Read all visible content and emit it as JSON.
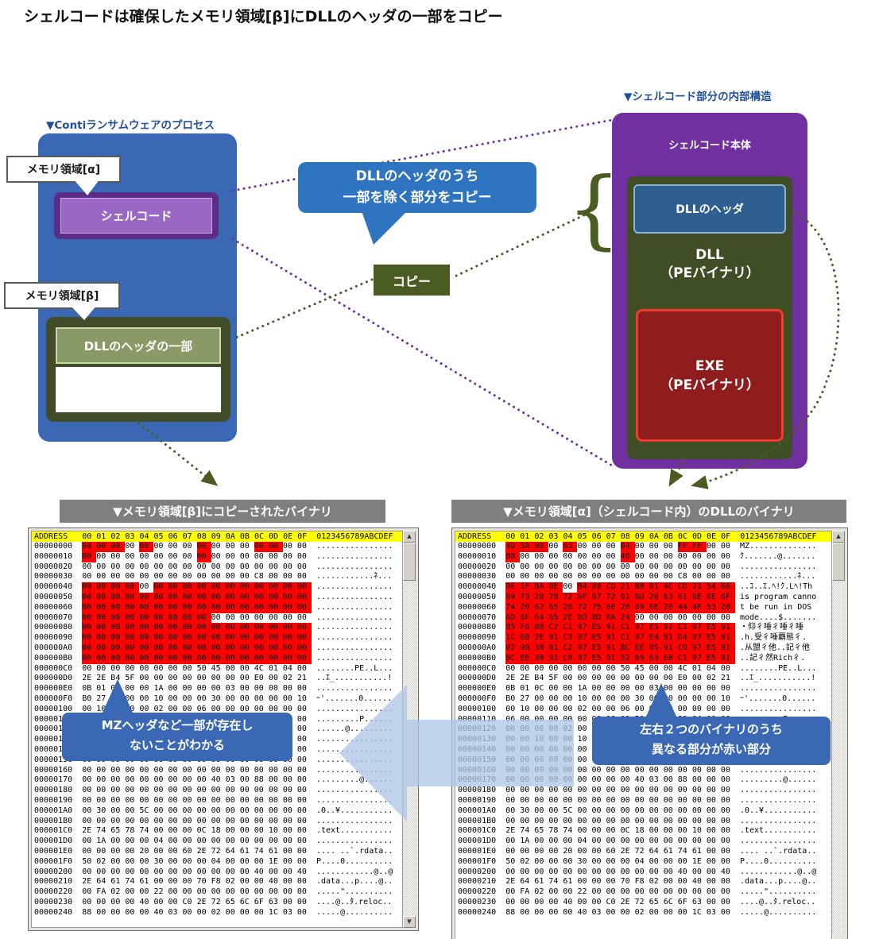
{
  "title": "シェルコードは確保したメモリ領域[β]にDLLのヘッダの一部をコピー",
  "colors": {
    "diff_highlight": "#FF0000",
    "header_highlight": "#FFFF00",
    "panel_blue": "#3A68B4",
    "panel_purple": "#7030A0",
    "panel_olive": "#414D28",
    "exe_red": "#8F1D1D",
    "callout_blue": "#2E74C0",
    "copy_green": "#4A5C22",
    "bar_gray": "#7F7F7F",
    "arrow_lightblue": "#AEC6E8"
  },
  "icons": {
    "scroll_up": "▲",
    "scroll_down": "▼"
  },
  "left_panel": {
    "label": "▼Contiランサムウェアのプロセス",
    "tag_alpha": "メモリ領域[α]",
    "tag_beta": "メモリ領域[β]",
    "shellcode_label": "シェルコード",
    "dll_header_part_label": "DLLのヘッダの一部"
  },
  "middle": {
    "callout_line1": "DLLのヘッダのうち",
    "callout_line2": "一部を除く部分をコピー",
    "copy_label": "コピー",
    "brace": "{"
  },
  "right_panel": {
    "label": "▼シェルコード部分の内部構造",
    "title": "シェルコード本体",
    "dll_header_label": "DLLのヘッダ",
    "dll_line1": "DLL",
    "dll_line2": "（PEバイナリ）",
    "exe_line1": "EXE",
    "exe_line2": "（PEバイナリ）"
  },
  "dumps": {
    "left": {
      "title": "▼メモリ領域[β]にコピーされたバイナリ",
      "callout_line1": "MZヘッダなど一部が存在し",
      "callout_line2": "ないことがわかる",
      "header": {
        "address": "ADDRESS",
        "cols": "00 01 02 03 04 05 06 07 08 09 0A 0B 0C 0D 0E 0F",
        "ascii": "0123456789ABCDEF"
      },
      "rows": [
        {
          "a": "00000000",
          "b": "00 00 00 00 00 00 00 00 00 00 00 00 00 00 00 00",
          "r": [
            0,
            1,
            2,
            4,
            8,
            12,
            13
          ],
          "t": "................"
        },
        {
          "a": "00000010",
          "b": "00 00 00 00 00 00 00 00 00 00 00 00 00 00 00 00",
          "r": [
            0,
            8
          ],
          "t": "................"
        },
        {
          "a": "00000020",
          "b": "00 00 00 00 00 00 00 00 00 00 00 00 00 00 00 00",
          "r": [],
          "t": "................"
        },
        {
          "a": "00000030",
          "b": "00 00 00 00 00 00 00 00 00 00 00 00 C8 00 00 00",
          "r": [],
          "t": "............ﾈ..."
        },
        {
          "a": "00000040",
          "b": "00 00 00 00 00 00 00 00 00 00 00 00 00 00 00 00",
          "r": [
            0,
            1,
            2,
            3,
            5,
            6,
            7,
            8,
            9,
            10,
            11,
            12,
            13,
            14,
            15
          ],
          "t": "................"
        },
        {
          "a": "00000050",
          "b": "00 00 00 00 00 00 00 00 00 00 00 00 00 00 00 00",
          "r": [
            0,
            1,
            2,
            3,
            4,
            5,
            6,
            7,
            8,
            9,
            10,
            11,
            12,
            13,
            14,
            15
          ],
          "t": "................"
        },
        {
          "a": "00000060",
          "b": "00 00 00 00 00 00 00 00 00 00 00 00 00 00 00 00",
          "r": [
            0,
            1,
            2,
            3,
            4,
            5,
            6,
            7,
            8,
            9,
            10,
            11,
            12,
            13,
            14,
            15
          ],
          "t": "................"
        },
        {
          "a": "00000070",
          "b": "00 00 00 00 00 00 00 00 00 00 00 00 00 00 00 00",
          "r": [
            0,
            1,
            2,
            3,
            4,
            5,
            6,
            7,
            8
          ],
          "t": "................"
        },
        {
          "a": "00000080",
          "b": "00 00 00 00 00 00 00 00 00 00 00 00 00 00 00 00",
          "r": [
            0,
            1,
            2,
            3,
            4,
            5,
            6,
            7,
            8,
            9,
            10,
            11,
            12,
            13,
            14,
            15
          ],
          "t": "................"
        },
        {
          "a": "00000090",
          "b": "00 00 00 00 00 00 00 00 00 00 00 00 00 00 00 00",
          "r": [
            0,
            1,
            2,
            3,
            4,
            5,
            6,
            7,
            8,
            9,
            10,
            11,
            12,
            13,
            14,
            15
          ],
          "t": "................"
        },
        {
          "a": "000000A0",
          "b": "00 00 00 00 00 00 00 00 00 00 00 00 00 00 00 00",
          "r": [
            0,
            1,
            2,
            3,
            4,
            5,
            6,
            7,
            8,
            9,
            10,
            11,
            12,
            13,
            14,
            15
          ],
          "t": "................"
        },
        {
          "a": "000000B0",
          "b": "00 00 00 00 00 00 00 00 00 00 00 00 00 00 00 00",
          "r": [
            0,
            1,
            2,
            3,
            4,
            5,
            6,
            7,
            8,
            9,
            10,
            11,
            12,
            13,
            14,
            15
          ],
          "t": "................"
        },
        {
          "a": "000000C0",
          "b": "00 00 00 00 00 00 00 00 50 45 00 00 4C 01 04 00",
          "r": [],
          "t": "........PE..L..."
        },
        {
          "a": "000000D0",
          "b": "2E 2E B4 5F 00 00 00 00 00 00 00 00 E0 00 02 21",
          "r": [],
          "t": "..ｴ_...........!"
        },
        {
          "a": "000000E0",
          "b": "0B 01 0C 00 00 1A 00 00 00 00 03 00 00 00 00 00",
          "r": [],
          "t": "................"
        },
        {
          "a": "000000F0",
          "b": "B0 27 00 00 00 10 00 00 00 30 00 00 00 00 00 10",
          "r": [],
          "t": "ｰ'.......0......"
        },
        {
          "a": "00000100",
          "b": "00 10 00 00 00 02 00 00 06 00 00 00 00 00 00 00",
          "r": [],
          "t": "................"
        },
        {
          "a": "00000110",
          "b": "06 00 00 00 00 00 00 00 00 50 03 00 00 04 00 00",
          "r": [],
          "t": ".........P......"
        },
        {
          "a": "00000120",
          "b": "00 00 00 00 02 00 40 05 00 00 10 00 00 10 00 00",
          "r": [],
          "t": "......@........."
        },
        {
          "a": "00000130",
          "b": "00 00 10 00 00 10 00 00 00 00 00 00 10 00 00 00",
          "r": [],
          "t": "................"
        },
        {
          "a": "00000140",
          "b": "00 00 00 00 00 00 00 00 00 00 00 00 00 00 00 00",
          "r": [],
          "t": "................"
        },
        {
          "a": "00000150",
          "b": "00 00 00 00 00 00 00 00 00 00 00 00 00 00 00 00",
          "r": [],
          "t": "................"
        },
        {
          "a": "00000160",
          "b": "00 00 00 00 00 00 00 00 00 00 00 00 00 00 00 00",
          "r": [],
          "t": "................"
        },
        {
          "a": "00000170",
          "b": "00 00 00 00 00 00 00 00 00 40 03 00 88 00 00 00",
          "r": [],
          "t": ".........@......"
        },
        {
          "a": "00000180",
          "b": "00 00 00 00 00 00 00 00 00 00 00 00 00 00 00 00",
          "r": [],
          "t": "................"
        },
        {
          "a": "00000190",
          "b": "00 00 00 00 00 00 00 00 00 00 00 00 00 00 00 00",
          "r": [],
          "t": "................"
        },
        {
          "a": "000001A0",
          "b": "00 30 00 00 5C 00 00 00 00 00 00 00 00 00 00 00",
          "r": [],
          "t": ".0..¥..........."
        },
        {
          "a": "000001B0",
          "b": "00 00 00 00 00 00 00 00 00 00 00 00 00 00 00 00",
          "r": [],
          "t": "................"
        },
        {
          "a": "000001C0",
          "b": "2E 74 65 78 74 00 00 00 0C 18 00 00 00 10 00 00",
          "r": [],
          "t": ".text..........."
        },
        {
          "a": "000001D0",
          "b": "00 1A 00 00 00 04 00 00 00 00 00 00 00 00 00 00",
          "r": [],
          "t": "................"
        },
        {
          "a": "000001E0",
          "b": "00 00 00 00 20 00 00 60 2E 72 64 61 74 61 00 00",
          "r": [],
          "t": ".... ..`.rdata.."
        },
        {
          "a": "000001F0",
          "b": "50 02 00 00 00 30 00 00 00 04 00 00 00 1E 00 00",
          "r": [],
          "t": "P....0.........."
        },
        {
          "a": "00000200",
          "b": "00 00 00 00 00 00 00 00 00 00 00 00 40 00 00 40",
          "r": [],
          "t": "............@..@"
        },
        {
          "a": "00000210",
          "b": "2E 64 61 74 61 00 00 00 70 F8 02 00 00 40 00 00",
          "r": [],
          "t": ".data...p....@.."
        },
        {
          "a": "00000220",
          "b": "00 FA 02 00 00 22 00 00 00 00 00 00 00 00 00 00",
          "r": [],
          "t": ".....\".........."
        },
        {
          "a": "00000230",
          "b": "00 00 00 00 40 00 00 C0 2E 72 65 6C 6F 63 00 00",
          "r": [],
          "t": "....@..ﾀ.reloc.."
        },
        {
          "a": "00000240",
          "b": "88 00 00 00 00 40 03 00 00 02 00 00 00 1C 03 00",
          "r": [],
          "t": ".....@.........."
        }
      ]
    },
    "right": {
      "title": "▼メモリ領域[α]（シェルコード内）のDLLのバイナリ",
      "callout_line1": "左右２つのバイナリのうち",
      "callout_line2": "異なる部分が赤い部分",
      "header": {
        "address": "ADDRESS",
        "cols": "00 01 02 03 04 05 06 07 08 09 0A 0B 0C 0D 0E 0F",
        "ascii": "0123456789ABCDEF"
      },
      "rows": [
        {
          "a": "00000000",
          "b": "4D 5A 90 00 03 00 00 00 04 00 00 00 FF FF 00 00",
          "r": [
            0,
            1,
            2,
            4,
            8,
            12,
            13
          ],
          "t": "MZ.............."
        },
        {
          "a": "00000010",
          "b": "B8 00 00 00 00 00 00 00 40 00 00 00 00 00 00 00",
          "r": [
            0,
            8
          ],
          "t": "ｸ.......@......."
        },
        {
          "a": "00000020",
          "b": "00 00 00 00 00 00 00 00 00 00 00 00 00 00 00 00",
          "r": [],
          "t": "................"
        },
        {
          "a": "00000030",
          "b": "00 00 00 00 00 00 00 00 00 00 00 00 C8 00 00 00",
          "r": [],
          "t": "............ﾈ..."
        },
        {
          "a": "00000040",
          "b": "0E 1F BA 0E 00 B4 09 CD 21 B8 01 4C CD 21 54 68",
          "r": [
            0,
            1,
            2,
            3,
            5,
            6,
            7,
            8,
            9,
            10,
            11,
            12,
            13,
            14,
            15
          ],
          "t": "..ｺ..ｴ.ﾍ!ｸ.Lﾍ!Th"
        },
        {
          "a": "00000050",
          "b": "69 73 20 70 72 6F 67 72 61 6D 20 63 61 6E 6E 6F",
          "r": [
            0,
            1,
            2,
            3,
            4,
            5,
            6,
            7,
            8,
            9,
            10,
            11,
            12,
            13,
            14,
            15
          ],
          "t": "is program canno"
        },
        {
          "a": "00000060",
          "b": "74 20 62 65 20 72 75 6E 20 69 6E 20 44 4F 53 20",
          "r": [
            0,
            1,
            2,
            3,
            4,
            5,
            6,
            7,
            8,
            9,
            10,
            11,
            12,
            13,
            14,
            15
          ],
          "t": "t be run in DOS "
        },
        {
          "a": "00000070",
          "b": "6D 6F 64 65 2E 0D 0D 0A 24 00 00 00 00 00 00 00",
          "r": [
            0,
            1,
            2,
            3,
            4,
            5,
            6,
            7,
            8
          ],
          "t": "mode....$......."
        },
        {
          "a": "00000080",
          "b": "85 F6 8B C2 C1 97 E5 91 C1 97 E5 91 C1 97 E5 91",
          "r": [
            0,
            1,
            2,
            3,
            4,
            5,
            6,
            7,
            8,
            9,
            10,
            11,
            12,
            13,
            14,
            15
          ],
          "t": "・仰彳唾彳唾彳唾"
        },
        {
          "a": "00000090",
          "b": "1C 68 2E 91 C3 97 E5 91 C1 97 E4 91 D4 97 E5 91",
          "r": [
            0,
            1,
            2,
            3,
            4,
            5,
            6,
            7,
            8,
            9,
            10,
            11,
            12,
            13,
            14,
            15
          ],
          "t": ".h.受彳唾覇態彳."
        },
        {
          "a": "000000A0",
          "b": "02 98 3B 91 C2 97 E5 91 BC EE 05 91 C0 97 E5 91",
          "r": [
            0,
            1,
            2,
            3,
            4,
            5,
            6,
            7,
            8,
            9,
            10,
            11,
            12,
            13,
            14,
            15
          ],
          "t": ".从盟彳他..記彳他"
        },
        {
          "a": "000000B0",
          "b": "BC EE 3B 91 C0 97 E5 91 52 69 63 68 C1 97 E5 91",
          "r": [
            0,
            1,
            2,
            3,
            4,
            5,
            6,
            7,
            8,
            9,
            10,
            11,
            12,
            13,
            14,
            15
          ],
          "t": "..記彳然Rich彳."
        },
        {
          "a": "000000C0",
          "b": "00 00 00 00 00 00 00 00 50 45 00 00 4C 01 04 00",
          "r": [],
          "t": "........PE..L..."
        },
        {
          "a": "000000D0",
          "b": "2E 2E B4 5F 00 00 00 00 00 00 00 00 E0 00 02 21",
          "r": [],
          "t": "..ｴ_...........!"
        },
        {
          "a": "000000E0",
          "b": "0B 01 0C 00 00 1A 00 00 00 00 03 00 00 00 00 00",
          "r": [],
          "t": "................"
        },
        {
          "a": "000000F0",
          "b": "B0 27 00 00 00 10 00 00 00 30 00 00 00 00 00 10",
          "r": [],
          "t": "ｰ'.......0......"
        },
        {
          "a": "00000100",
          "b": "00 10 00 00 00 02 00 00 06 00 00 00 00 00 00 00",
          "r": [],
          "t": "................"
        },
        {
          "a": "00000110",
          "b": "06 00 00 00 00 00 00 00 00 50 03 00 00 04 00 00",
          "r": [],
          "t": ".........P......"
        },
        {
          "a": "00000120",
          "b": "00 00 00 00 02 00 40 05 00 00 10 00 00 10 00 00",
          "r": [],
          "t": "......@........."
        },
        {
          "a": "00000130",
          "b": "00 00 10 00 00 10 00 00 00 00 00 00 10 00 00 00",
          "r": [],
          "t": "................"
        },
        {
          "a": "00000140",
          "b": "00 00 00 00 00 00 00 00 00 00 00 00 00 00 00 00",
          "r": [],
          "t": "................"
        },
        {
          "a": "00000150",
          "b": "00 00 00 00 00 00 00 00 00 00 00 00 00 00 00 00",
          "r": [],
          "t": "................"
        },
        {
          "a": "00000160",
          "b": "00 00 00 00 00 00 00 00 00 00 00 00 00 00 00 00",
          "r": [],
          "t": "................"
        },
        {
          "a": "00000170",
          "b": "00 00 00 00 00 00 00 00 00 40 03 00 88 00 00 00",
          "r": [],
          "t": ".........@......"
        },
        {
          "a": "00000180",
          "b": "00 00 00 00 00 00 00 00 00 00 00 00 00 00 00 00",
          "r": [],
          "t": "................"
        },
        {
          "a": "00000190",
          "b": "00 00 00 00 00 00 00 00 00 00 00 00 00 00 00 00",
          "r": [],
          "t": "................"
        },
        {
          "a": "000001A0",
          "b": "00 30 00 00 5C 00 00 00 00 00 00 00 00 00 00 00",
          "r": [],
          "t": ".0..¥..........."
        },
        {
          "a": "000001B0",
          "b": "00 00 00 00 00 00 00 00 00 00 00 00 00 00 00 00",
          "r": [],
          "t": "................"
        },
        {
          "a": "000001C0",
          "b": "2E 74 65 78 74 00 00 00 0C 18 00 00 00 10 00 00",
          "r": [],
          "t": ".text..........."
        },
        {
          "a": "000001D0",
          "b": "00 1A 00 00 00 04 00 00 00 00 00 00 00 00 00 00",
          "r": [],
          "t": "................"
        },
        {
          "a": "000001E0",
          "b": "00 00 00 00 20 00 00 60 2E 72 64 61 74 61 00 00",
          "r": [],
          "t": ".... ..`.rdata.."
        },
        {
          "a": "000001F0",
          "b": "50 02 00 00 00 30 00 00 00 04 00 00 00 1E 00 00",
          "r": [],
          "t": "P....0.........."
        },
        {
          "a": "00000200",
          "b": "00 00 00 00 00 00 00 00 00 00 00 00 40 00 00 40",
          "r": [],
          "t": "............@..@"
        },
        {
          "a": "00000210",
          "b": "2E 64 61 74 61 00 00 00 70 F8 02 00 00 40 00 00",
          "r": [],
          "t": ".data...p....@.."
        },
        {
          "a": "00000220",
          "b": "00 FA 02 00 00 22 00 00 00 00 00 00 00 00 00 00",
          "r": [],
          "t": ".....\".........."
        },
        {
          "a": "00000230",
          "b": "00 00 00 00 40 00 00 C0 2E 72 65 6C 6F 63 00 00",
          "r": [],
          "t": "....@..ﾀ.reloc.."
        },
        {
          "a": "00000240",
          "b": "88 00 00 00 00 40 03 00 00 02 00 00 00 1C 03 00",
          "r": [],
          "t": ".....@.........."
        }
      ]
    }
  }
}
